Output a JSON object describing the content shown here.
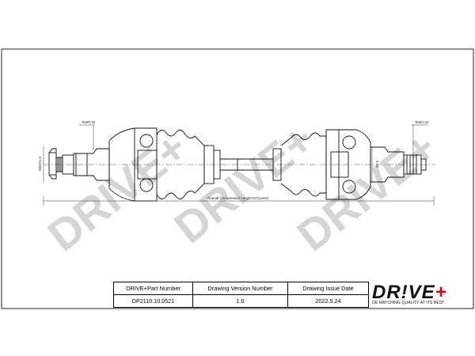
{
  "annotations": {
    "teeth_left": "Teeth:33",
    "teeth_right": "Teeth:23",
    "thread_left": "M22X1.5",
    "dim_right": "47.9",
    "overall_length": "Overall  Compressed  Length:572±4mm"
  },
  "watermark": {
    "text": "DRIVE+"
  },
  "title_block": {
    "headers": [
      "DRIVE+Part Number",
      "Drawing Version Number",
      "Drawing Issue Date"
    ],
    "values": [
      "DP2110.10.0521",
      "1.0",
      "2022.5.24"
    ]
  },
  "logo": {
    "text_main": "DR!VE",
    "text_plus": "+",
    "tagline": "OE MATCHING QUALITY AT ITS BEST",
    "accent_color": "#d0021b"
  }
}
